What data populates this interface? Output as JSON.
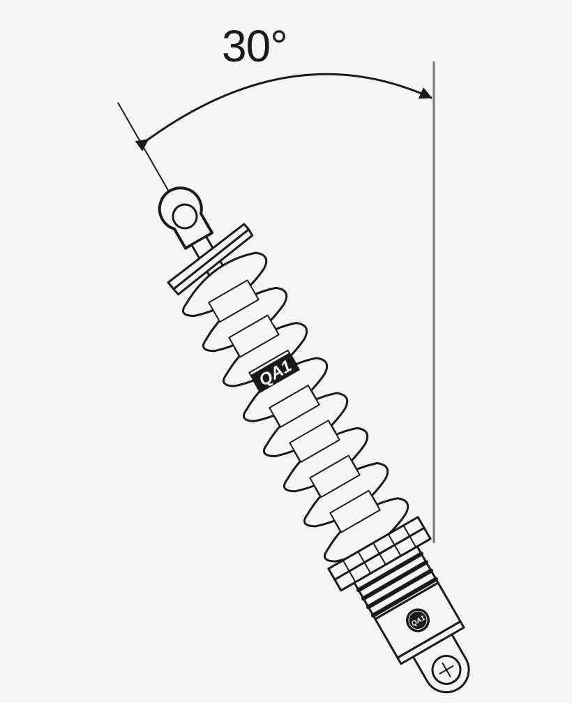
{
  "diagram": {
    "subject": "coilover shock absorber",
    "angle_label": "30°",
    "angle_degrees": 30,
    "brand_logo_text": "QA1",
    "small_badge_text": "QA1",
    "reference_line": "vertical",
    "colors": {
      "background": "#f5f5f5",
      "line": "#1a1a1a",
      "reference_line": "#7a7a7a"
    }
  }
}
